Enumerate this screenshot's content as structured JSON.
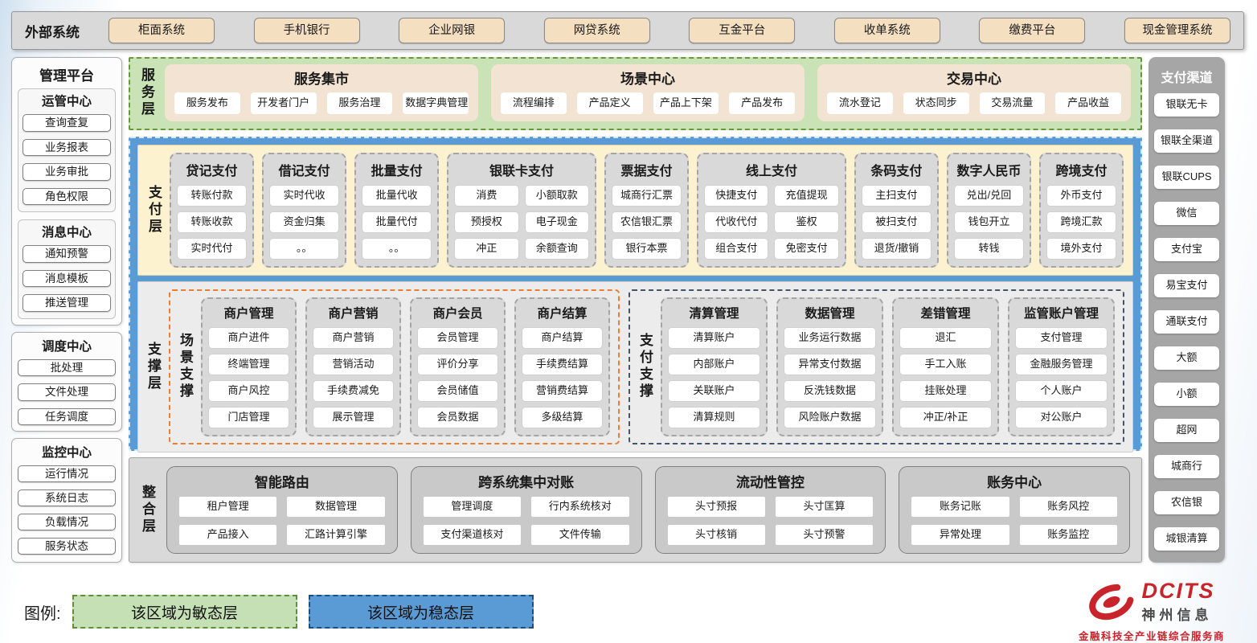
{
  "external_systems": {
    "label": "外部系统",
    "items": [
      "柜面系统",
      "手机银行",
      "企业网银",
      "网贷系统",
      "互金平台",
      "收单系统",
      "缴费平台",
      "现金管理系统"
    ]
  },
  "management": {
    "title": "管理平台",
    "groups": [
      {
        "title": "运管中心",
        "items": [
          "查询查复",
          "业务报表",
          "业务审批",
          "角色权限"
        ]
      },
      {
        "title": "消息中心",
        "items": [
          "通知预警",
          "消息模板",
          "推送管理"
        ]
      }
    ],
    "scheduling": {
      "title": "调度中心",
      "items": [
        "批处理",
        "文件处理",
        "任务调度"
      ]
    },
    "monitoring": {
      "title": "监控中心",
      "items": [
        "运行情况",
        "系统日志",
        "负载情况",
        "服务状态"
      ]
    }
  },
  "service_layer": {
    "label": "服务层",
    "groups": [
      {
        "title": "服务集市",
        "items": [
          "服务发布",
          "开发者门户",
          "服务治理",
          "数据字典管理"
        ]
      },
      {
        "title": "场景中心",
        "items": [
          "流程编排",
          "产品定义",
          "产品上下架",
          "产品发布"
        ]
      },
      {
        "title": "交易中心",
        "items": [
          "流水登记",
          "状态同步",
          "交易流量",
          "产品收益"
        ]
      }
    ]
  },
  "payment_layer": {
    "label": "支付层",
    "columns": [
      {
        "title": "贷记支付",
        "cols": 1,
        "items": [
          "转账付款",
          "转账收款",
          "实时代付"
        ]
      },
      {
        "title": "借记支付",
        "cols": 1,
        "items": [
          "实时代收",
          "资金归集",
          "。。"
        ]
      },
      {
        "title": "批量支付",
        "cols": 1,
        "items": [
          "批量代收",
          "批量代付",
          "。。"
        ]
      },
      {
        "title": "银联卡支付",
        "cols": 2,
        "items": [
          "消费",
          "小额取款",
          "预授权",
          "电子现金",
          "冲正",
          "余额查询"
        ]
      },
      {
        "title": "票据支付",
        "cols": 1,
        "items": [
          "城商行汇票",
          "农信银汇票",
          "银行本票"
        ]
      },
      {
        "title": "线上支付",
        "cols": 2,
        "items": [
          "快捷支付",
          "充值提现",
          "代收代付",
          "鉴权",
          "组合支付",
          "免密支付"
        ]
      },
      {
        "title": "条码支付",
        "cols": 1,
        "items": [
          "主扫支付",
          "被扫支付",
          "退货/撤销"
        ]
      },
      {
        "title": "数字人民币",
        "cols": 1,
        "items": [
          "兑出/兑回",
          "钱包开立",
          "转钱"
        ]
      },
      {
        "title": "跨境支付",
        "cols": 1,
        "items": [
          "外币支付",
          "跨境汇款",
          "境外支付"
        ]
      }
    ]
  },
  "support_layer": {
    "label": "支撑层",
    "sections": [
      {
        "label": "场景支撑",
        "accent": "#ED7D31",
        "columns": [
          {
            "title": "商户管理",
            "items": [
              "商户进件",
              "终端管理",
              "商户风控",
              "门店管理"
            ]
          },
          {
            "title": "商户营销",
            "items": [
              "商户营销",
              "营销活动",
              "手续费减免",
              "展示管理"
            ]
          },
          {
            "title": "商户会员",
            "items": [
              "会员管理",
              "评价分享",
              "会员储值",
              "会员数据"
            ]
          },
          {
            "title": "商户结算",
            "items": [
              "商户结算",
              "手续费结算",
              "营销费结算",
              "多级结算"
            ]
          }
        ]
      },
      {
        "label": "支付支撑",
        "accent": "#44546A",
        "columns": [
          {
            "title": "清算管理",
            "items": [
              "清算账户",
              "内部账户",
              "关联账户",
              "清算规则"
            ]
          },
          {
            "title": "数据管理",
            "items": [
              "业务运行数据",
              "异常支付数据",
              "反洗钱数据",
              "风险账户数据"
            ]
          },
          {
            "title": "差错管理",
            "items": [
              "退汇",
              "手工入账",
              "挂账处理",
              "冲正/补正"
            ]
          },
          {
            "title": "监管账户管理",
            "items": [
              "支付管理",
              "金融服务管理",
              "个人账户",
              "对公账户"
            ]
          }
        ]
      }
    ]
  },
  "integration_layer": {
    "label": "整合层",
    "groups": [
      {
        "title": "智能路由",
        "items": [
          "租户管理",
          "数据管理",
          "产品接入",
          "汇路计算引擎"
        ]
      },
      {
        "title": "跨系统集中对账",
        "items": [
          "管理调度",
          "行内系统核对",
          "支付渠道核对",
          "文件传输"
        ]
      },
      {
        "title": "流动性管控",
        "items": [
          "头寸预报",
          "头寸匡算",
          "头寸核销",
          "头寸预警"
        ]
      },
      {
        "title": "账务中心",
        "items": [
          "账务记账",
          "账务风控",
          "异常处理",
          "账务监控"
        ]
      }
    ]
  },
  "payment_channels": {
    "title": "支付渠道",
    "items": [
      "银联无卡",
      "银联全渠道",
      "银联CUPS",
      "微信",
      "支付宝",
      "易宝支付",
      "通联支付",
      "大额",
      "小额",
      "超网",
      "城商行",
      "农信银",
      "城银清算"
    ]
  },
  "legend": {
    "label": "图例:",
    "items": [
      {
        "text": "该区域为敏态层",
        "color": "#C5E0B4"
      },
      {
        "text": "该区域为稳态层",
        "color": "#5B9BD5"
      }
    ]
  },
  "logo": {
    "brand": "DCITS",
    "company": "神州信息",
    "tagline": "金融科技全产业链综合服务商"
  }
}
